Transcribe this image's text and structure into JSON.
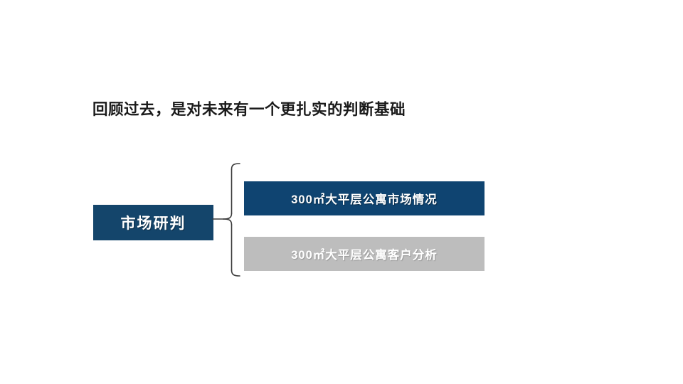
{
  "slide": {
    "title": "回顾过去，是对未来有一个更扎实的判断基础",
    "background_color": "#ffffff",
    "title_color": "#1a1a1a"
  },
  "diagram": {
    "type": "bracket-tree",
    "root": {
      "label": "市场研判",
      "background_color": "#14456b",
      "text_color": "#ffffff"
    },
    "connector": {
      "name": "curly-bracket",
      "color": "#3b3b3b"
    },
    "children": [
      {
        "label": "300㎡大平层公寓市场情况",
        "background_color": "#0f4471",
        "text_color": "#ffffff"
      },
      {
        "label": "300㎡大平层公寓客户分析",
        "background_color": "#bdbdbd",
        "text_color": "#ffffff"
      }
    ]
  }
}
